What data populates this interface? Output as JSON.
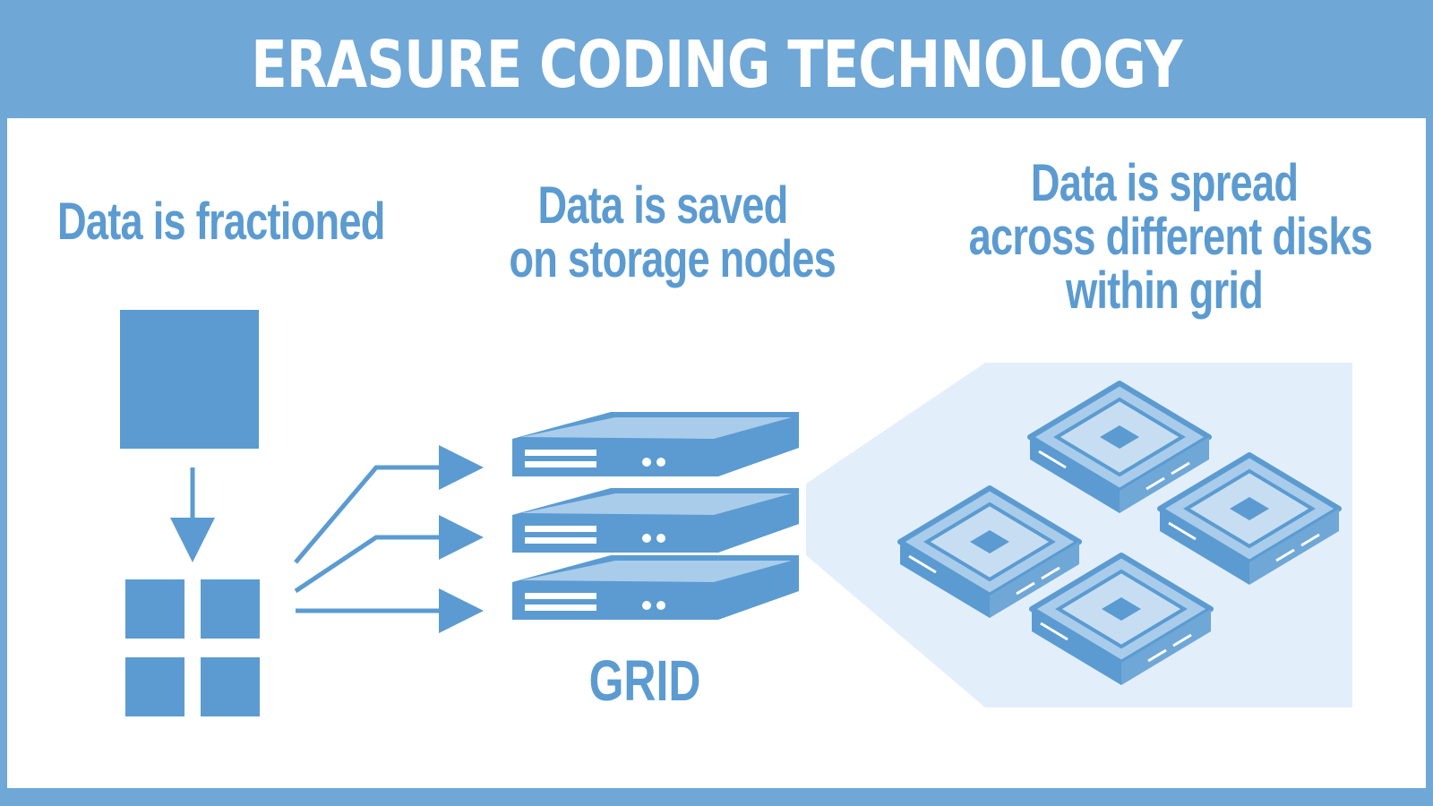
{
  "title": "ERASURE CODING TECHNOLOGY",
  "captions": {
    "fractioned": "Data is fractioned",
    "saved_line1": "Data is saved",
    "saved_line2": "on storage nodes",
    "spread_line1": "Data is spread",
    "spread_line2": "across different disks",
    "spread_line3": "within grid"
  },
  "grid_label": "GRID",
  "colors": {
    "border": "#6fa7d7",
    "accent": "#5b9bd1",
    "light": "#a9cceb",
    "pale": "#e2effa",
    "white": "#ffffff"
  },
  "icons": [
    "data-block-icon",
    "fragment-icon",
    "arrow-icon",
    "server-icon",
    "disk-icon"
  ]
}
